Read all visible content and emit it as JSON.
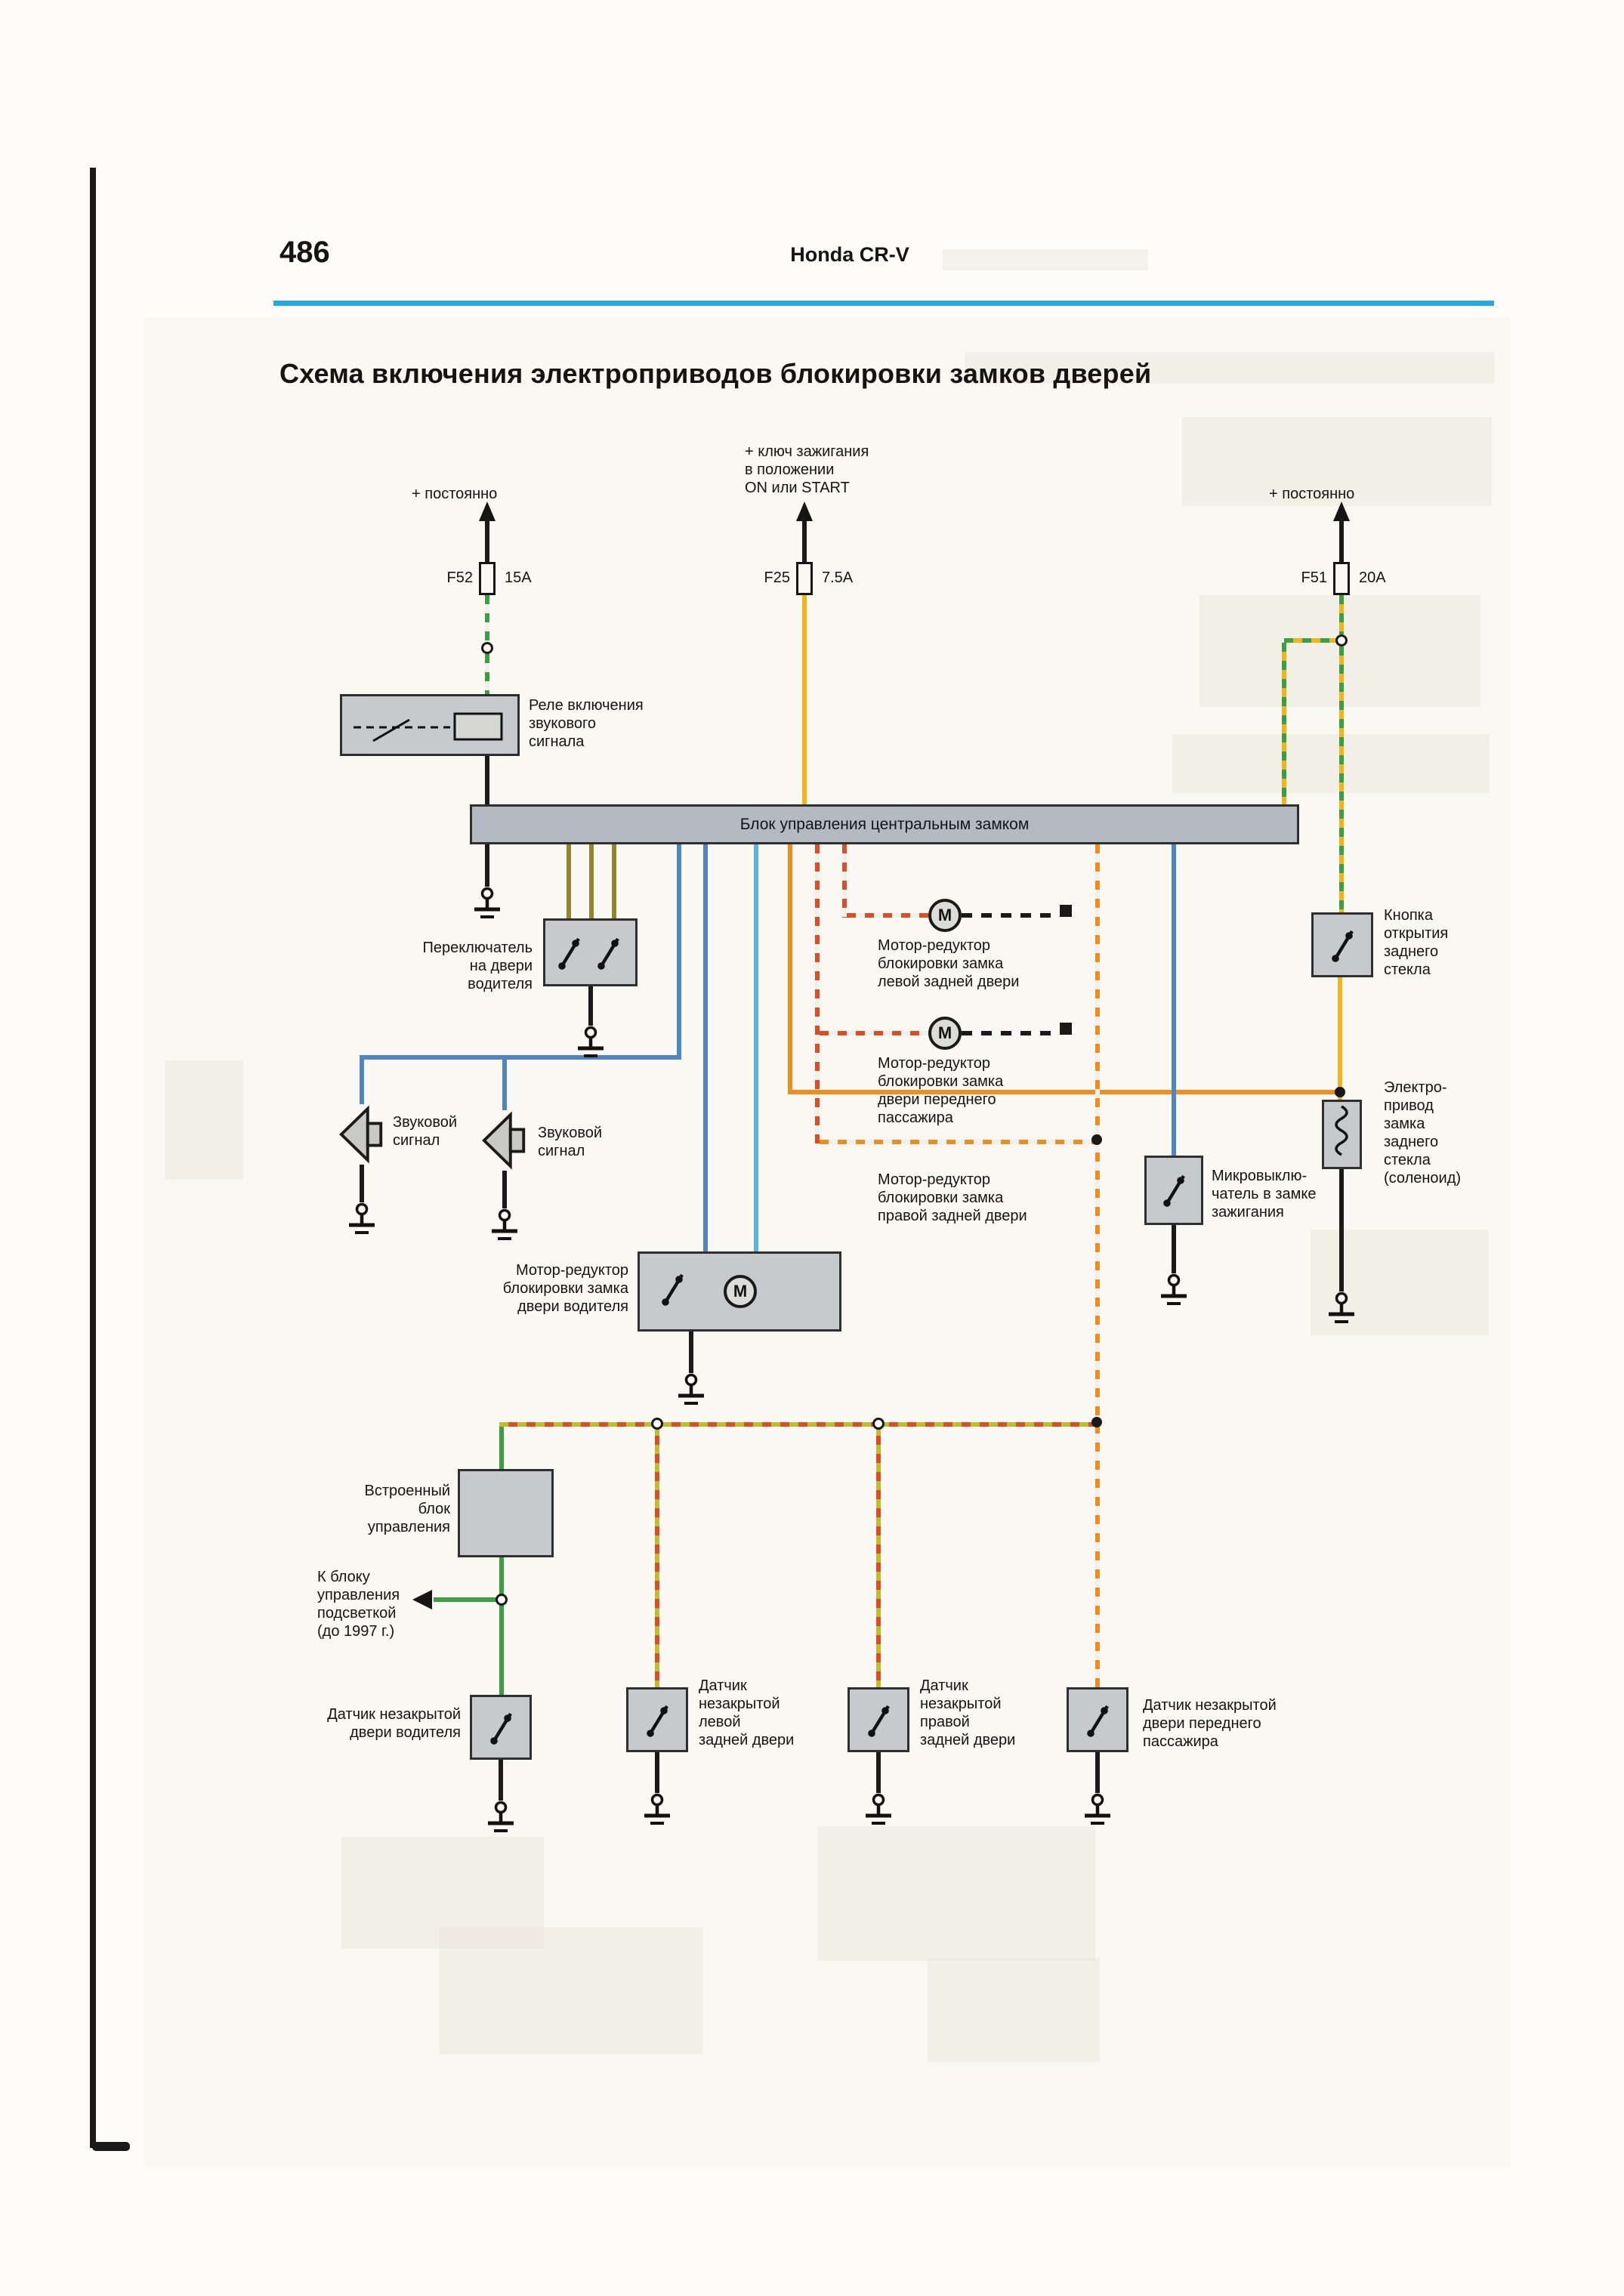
{
  "page": {
    "number": "486",
    "brand": "Honda CR-V",
    "title": "Схема включения электроприводов блокировки замков дверей"
  },
  "feeds": {
    "left": {
      "label": "+ постоянно",
      "fuse": "F52",
      "rating": "15A"
    },
    "ignition": {
      "label": "+ ключ зажигания\nв положении\nON или START",
      "fuse": "F25",
      "rating": "7.5A"
    },
    "right": {
      "label": "+ постоянно",
      "fuse": "F51",
      "rating": "20A"
    }
  },
  "components": {
    "relay": "Реле включения\nзвукового\nсигнала",
    "control_unit": "Блок управления центральным замком",
    "driver_door_switch": "Переключатель\nна двери\nводителя",
    "horn_left": "Звуковой\nсигнал",
    "horn_right": "Звуковой\nсигнал",
    "motor_left_rear": "Мотор-редуктор\nблокировки замка\nлевой задней двери",
    "motor_front_passenger": "Мотор-редуктор\nблокировки замка\nдвери переднего\nпассажира",
    "motor_right_rear": "Мотор-редуктор\nблокировки замка\nправой задней двери",
    "motor_driver": "Мотор-редуктор\nблокировки замка\nдвери водителя",
    "rear_window_button": "Кнопка\nоткрытия\nзаднего\nстекла",
    "rear_window_solenoid": "Электро-\nпривод\nзамка\nзаднего\nстекла\n(соленоид)",
    "ignition_microswitch": "Микровыклю-\nчатель в замке\nзажигания",
    "integrated_unit": "Встроенный\nблок\nуправления",
    "illumination_note": "К блоку\nуправления\nподсветкой\n(до 1997 г.)",
    "sensor_driver": "Датчик незакрытой\nдвери водителя",
    "sensor_left_rear": "Датчик\nнезакрытой\nлевой\nзадней двери",
    "sensor_right_rear": "Датчик\nнезакрытой\nправой\nзадней двери",
    "sensor_front_passenger": "Датчик незакрытой\nдвери переднего\nпассажира"
  },
  "symbols": {
    "motor": "M"
  },
  "colors": {
    "rule_blue": "#2aa7de",
    "wire_yellow": "#f0b41c",
    "wire_orange": "#ee8d20",
    "wire_blue": "#4f86c0",
    "wire_cyan": "#5ab5d6",
    "wire_olive": "#8f852c",
    "wire_green": "#3c9e43",
    "wire_red": "#d84e26",
    "wire_chartreuse": "#c2bd2e",
    "box_gray": "#c6cacd",
    "bar_gray": "#b4bac2"
  }
}
